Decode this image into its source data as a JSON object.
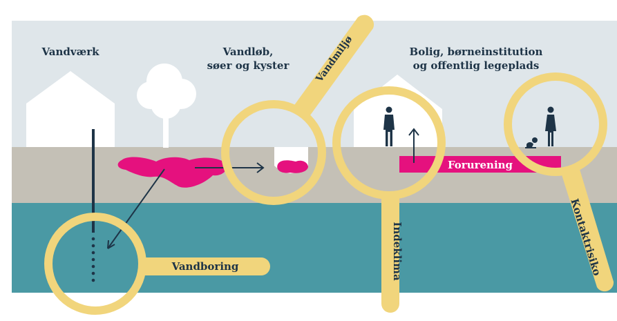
{
  "labels": {
    "waterworks": "Vandværk",
    "streams_line1": "Vandløb,",
    "streams_line2": "søer og kyster",
    "housing_line1": "Bolig, børneinstitution",
    "housing_line2": "og offentlig legeplads",
    "contamination": "Forurening"
  },
  "magnifiers": [
    {
      "name": "magnifier-vandboring",
      "label": "Vandboring"
    },
    {
      "name": "magnifier-vandmiljo",
      "label": "Vandmiljø"
    },
    {
      "name": "magnifier-indeklima",
      "label": "Indeklima"
    },
    {
      "name": "magnifier-kontaktrisiko",
      "label": "Kontaktrisiko"
    }
  ],
  "colors": {
    "sky": "#dfe6ea",
    "soil": "#c4c0b6",
    "groundwater": "#4a99a4",
    "contamination": "#e5117e",
    "magnifier": "#f1d57c",
    "dark": "#1e3447",
    "building": "#ffffff"
  }
}
